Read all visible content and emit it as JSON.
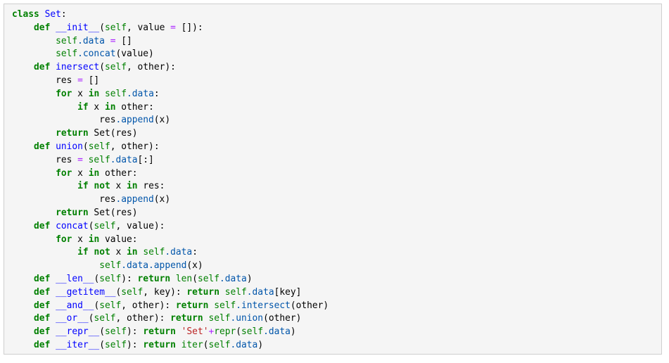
{
  "code": {
    "language": "python",
    "lines": [
      [
        [
          "kw",
          "class"
        ],
        [
          "text",
          " "
        ],
        [
          "name",
          "Set"
        ],
        [
          "text",
          ":"
        ]
      ],
      [
        [
          "text",
          "    "
        ],
        [
          "kw",
          "def"
        ],
        [
          "text",
          " "
        ],
        [
          "name",
          "__init__"
        ],
        [
          "text",
          "("
        ],
        [
          "self",
          "self"
        ],
        [
          "text",
          ", value "
        ],
        [
          "op",
          "="
        ],
        [
          "text",
          " []):"
        ]
      ],
      [
        [
          "text",
          "        "
        ],
        [
          "self",
          "self"
        ],
        [
          "attr",
          ".data"
        ],
        [
          "text",
          " "
        ],
        [
          "op",
          "="
        ],
        [
          "text",
          " []"
        ]
      ],
      [
        [
          "text",
          "        "
        ],
        [
          "self",
          "self"
        ],
        [
          "attr",
          ".concat"
        ],
        [
          "text",
          "(value)"
        ]
      ],
      [
        [
          "text",
          "    "
        ],
        [
          "kw",
          "def"
        ],
        [
          "text",
          " "
        ],
        [
          "name",
          "inersect"
        ],
        [
          "text",
          "("
        ],
        [
          "self",
          "self"
        ],
        [
          "text",
          ", other):"
        ]
      ],
      [
        [
          "text",
          "        res "
        ],
        [
          "op",
          "="
        ],
        [
          "text",
          " []"
        ]
      ],
      [
        [
          "text",
          "        "
        ],
        [
          "kw",
          "for"
        ],
        [
          "text",
          " x "
        ],
        [
          "kw",
          "in"
        ],
        [
          "text",
          " "
        ],
        [
          "self",
          "self"
        ],
        [
          "attr",
          ".data"
        ],
        [
          "text",
          ":"
        ]
      ],
      [
        [
          "text",
          "            "
        ],
        [
          "kw",
          "if"
        ],
        [
          "text",
          " x "
        ],
        [
          "kw",
          "in"
        ],
        [
          "text",
          " other:"
        ]
      ],
      [
        [
          "text",
          "                res"
        ],
        [
          "attr",
          ".append"
        ],
        [
          "text",
          "(x)"
        ]
      ],
      [
        [
          "text",
          "        "
        ],
        [
          "kw",
          "return"
        ],
        [
          "text",
          " Set(res)"
        ]
      ],
      [
        [
          "text",
          "    "
        ],
        [
          "kw",
          "def"
        ],
        [
          "text",
          " "
        ],
        [
          "name",
          "union"
        ],
        [
          "text",
          "("
        ],
        [
          "self",
          "self"
        ],
        [
          "text",
          ", other):"
        ]
      ],
      [
        [
          "text",
          "        res "
        ],
        [
          "op",
          "="
        ],
        [
          "text",
          " "
        ],
        [
          "self",
          "self"
        ],
        [
          "attr",
          ".data"
        ],
        [
          "text",
          "[:]"
        ]
      ],
      [
        [
          "text",
          "        "
        ],
        [
          "kw",
          "for"
        ],
        [
          "text",
          " x "
        ],
        [
          "kw",
          "in"
        ],
        [
          "text",
          " other:"
        ]
      ],
      [
        [
          "text",
          "            "
        ],
        [
          "kw",
          "if"
        ],
        [
          "text",
          " "
        ],
        [
          "kw",
          "not"
        ],
        [
          "text",
          " x "
        ],
        [
          "kw",
          "in"
        ],
        [
          "text",
          " res:"
        ]
      ],
      [
        [
          "text",
          "                res"
        ],
        [
          "attr",
          ".append"
        ],
        [
          "text",
          "(x)"
        ]
      ],
      [
        [
          "text",
          "        "
        ],
        [
          "kw",
          "return"
        ],
        [
          "text",
          " Set(res)"
        ]
      ],
      [
        [
          "text",
          "    "
        ],
        [
          "kw",
          "def"
        ],
        [
          "text",
          " "
        ],
        [
          "name",
          "concat"
        ],
        [
          "text",
          "("
        ],
        [
          "self",
          "self"
        ],
        [
          "text",
          ", value):"
        ]
      ],
      [
        [
          "text",
          "        "
        ],
        [
          "kw",
          "for"
        ],
        [
          "text",
          " x "
        ],
        [
          "kw",
          "in"
        ],
        [
          "text",
          " value:"
        ]
      ],
      [
        [
          "text",
          "            "
        ],
        [
          "kw",
          "if"
        ],
        [
          "text",
          " "
        ],
        [
          "kw",
          "not"
        ],
        [
          "text",
          " x "
        ],
        [
          "kw",
          "in"
        ],
        [
          "text",
          " "
        ],
        [
          "self",
          "self"
        ],
        [
          "attr",
          ".data"
        ],
        [
          "text",
          ":"
        ]
      ],
      [
        [
          "text",
          "                "
        ],
        [
          "self",
          "self"
        ],
        [
          "attr",
          ".data.append"
        ],
        [
          "text",
          "(x)"
        ]
      ],
      [
        [
          "text",
          "    "
        ],
        [
          "kw",
          "def"
        ],
        [
          "text",
          " "
        ],
        [
          "name",
          "__len__"
        ],
        [
          "text",
          "("
        ],
        [
          "self",
          "self"
        ],
        [
          "text",
          "): "
        ],
        [
          "kw",
          "return"
        ],
        [
          "text",
          " "
        ],
        [
          "builtin",
          "len"
        ],
        [
          "text",
          "("
        ],
        [
          "self",
          "self"
        ],
        [
          "attr",
          ".data"
        ],
        [
          "text",
          ")"
        ]
      ],
      [
        [
          "text",
          "    "
        ],
        [
          "kw",
          "def"
        ],
        [
          "text",
          " "
        ],
        [
          "name",
          "__getitem__"
        ],
        [
          "text",
          "("
        ],
        [
          "self",
          "self"
        ],
        [
          "text",
          ", key): "
        ],
        [
          "kw",
          "return"
        ],
        [
          "text",
          " "
        ],
        [
          "self",
          "self"
        ],
        [
          "attr",
          ".data"
        ],
        [
          "text",
          "[key]"
        ]
      ],
      [
        [
          "text",
          "    "
        ],
        [
          "kw",
          "def"
        ],
        [
          "text",
          " "
        ],
        [
          "name",
          "__and__"
        ],
        [
          "text",
          "("
        ],
        [
          "self",
          "self"
        ],
        [
          "text",
          ", other): "
        ],
        [
          "kw",
          "return"
        ],
        [
          "text",
          " "
        ],
        [
          "self",
          "self"
        ],
        [
          "attr",
          ".intersect"
        ],
        [
          "text",
          "(other)"
        ]
      ],
      [
        [
          "text",
          "    "
        ],
        [
          "kw",
          "def"
        ],
        [
          "text",
          " "
        ],
        [
          "name",
          "__or__"
        ],
        [
          "text",
          "("
        ],
        [
          "self",
          "self"
        ],
        [
          "text",
          ", other): "
        ],
        [
          "kw",
          "return"
        ],
        [
          "text",
          " "
        ],
        [
          "self",
          "self"
        ],
        [
          "attr",
          ".union"
        ],
        [
          "text",
          "(other)"
        ]
      ],
      [
        [
          "text",
          "    "
        ],
        [
          "kw",
          "def"
        ],
        [
          "text",
          " "
        ],
        [
          "name",
          "__repr__"
        ],
        [
          "text",
          "("
        ],
        [
          "self",
          "self"
        ],
        [
          "text",
          "): "
        ],
        [
          "kw",
          "return"
        ],
        [
          "text",
          " "
        ],
        [
          "str",
          "'Set'"
        ],
        [
          "op",
          "+"
        ],
        [
          "builtin",
          "repr"
        ],
        [
          "text",
          "("
        ],
        [
          "self",
          "self"
        ],
        [
          "attr",
          ".data"
        ],
        [
          "text",
          ")"
        ]
      ],
      [
        [
          "text",
          "    "
        ],
        [
          "kw",
          "def"
        ],
        [
          "text",
          " "
        ],
        [
          "name",
          "__iter__"
        ],
        [
          "text",
          "("
        ],
        [
          "self",
          "self"
        ],
        [
          "text",
          "): "
        ],
        [
          "kw",
          "return"
        ],
        [
          "text",
          " "
        ],
        [
          "builtin",
          "iter"
        ],
        [
          "text",
          "("
        ],
        [
          "self",
          "self"
        ],
        [
          "attr",
          ".data"
        ],
        [
          "text",
          ")"
        ]
      ]
    ]
  }
}
